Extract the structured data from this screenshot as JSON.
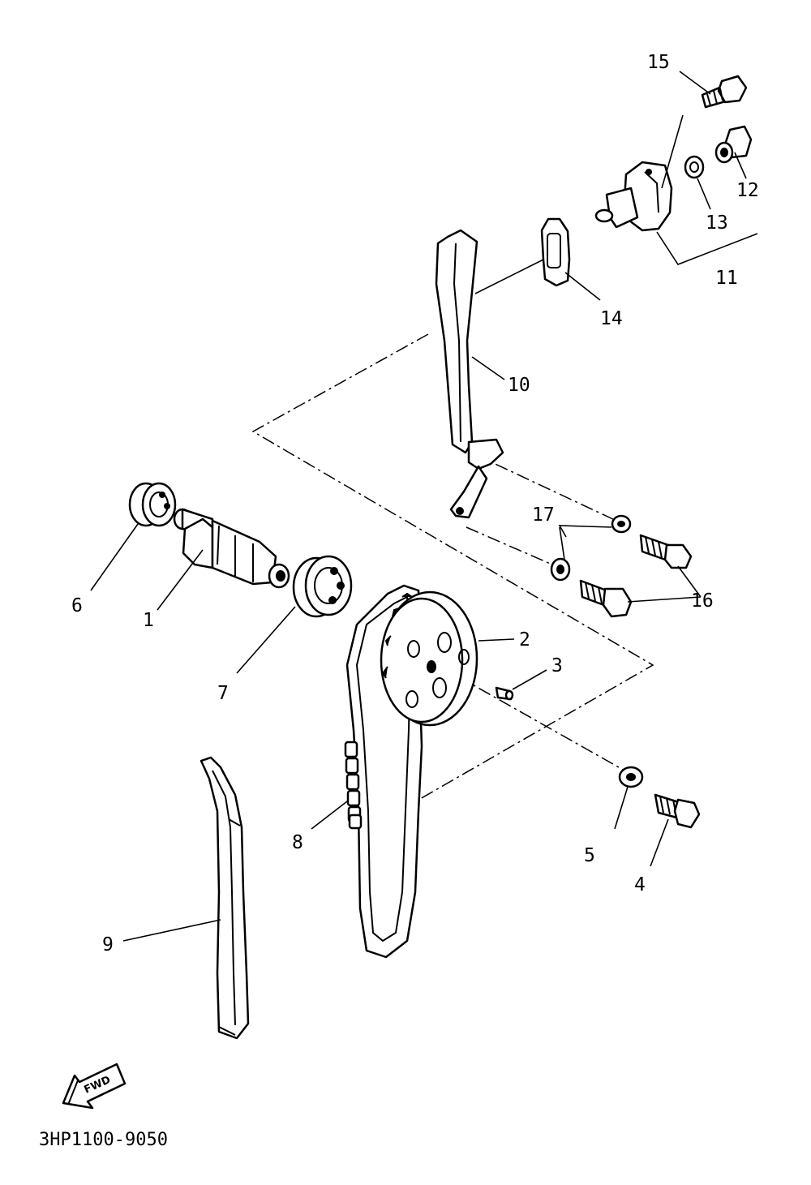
{
  "diagram": {
    "callouts": {
      "p1": "1",
      "p2": "2",
      "p3": "3",
      "p4": "4",
      "p5": "5",
      "p6": "6",
      "p7": "7",
      "p8": "8",
      "p9": "9",
      "p10": "10",
      "p11": "11",
      "p12": "12",
      "p13": "13",
      "p14": "14",
      "p15": "15",
      "p16": "16",
      "p17": "17"
    },
    "fwd_label": "FWD",
    "drawing_code": "3HP1100-9050"
  }
}
